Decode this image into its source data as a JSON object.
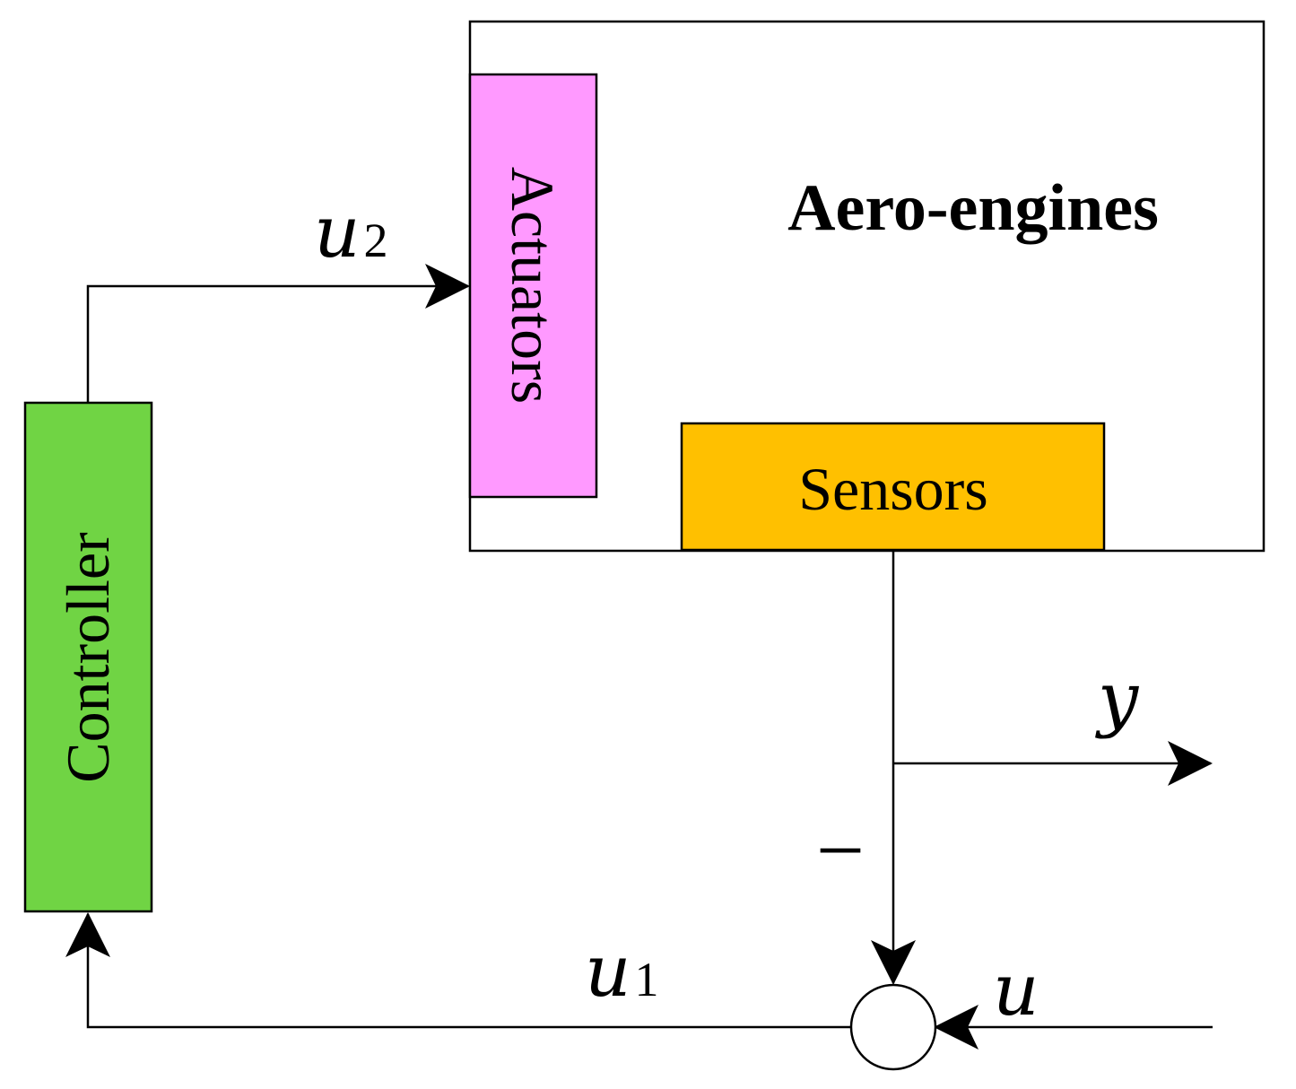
{
  "title": "Aero-engines",
  "blocks": {
    "actuators": {
      "label": "Actuators",
      "color": "#FF99FF"
    },
    "sensors": {
      "label": "Sensors",
      "color": "#FFC000"
    },
    "controller": {
      "label": "Controller",
      "color": "#70D444"
    }
  },
  "signals": {
    "u2": {
      "base": "u",
      "sub": "2"
    },
    "u1": {
      "base": "u",
      "sub": "1"
    },
    "u": "u",
    "y": "y",
    "minus": "−"
  }
}
